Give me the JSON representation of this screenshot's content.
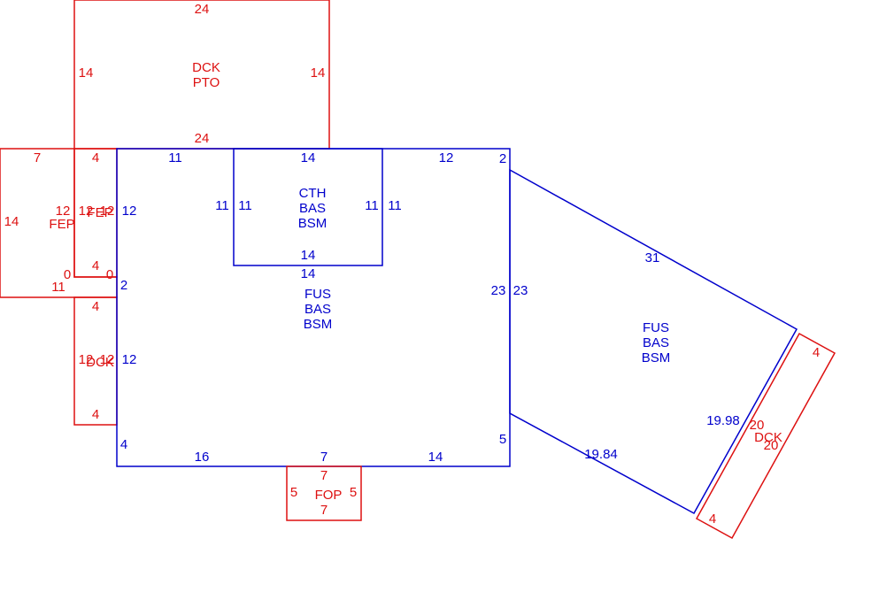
{
  "colors": {
    "red": "#dd1111",
    "blue": "#0000cc",
    "background": "#ffffff"
  },
  "areas": [
    {
      "id": "dck-pto",
      "color": "red",
      "labels": [
        "DCK",
        "PTO"
      ],
      "dims": [
        "24",
        "14",
        "24",
        "14"
      ]
    },
    {
      "id": "fep-left",
      "color": "red",
      "labels": [
        "FEP"
      ],
      "dims": [
        "7",
        "14",
        "11",
        "12",
        "0"
      ]
    },
    {
      "id": "fep-inner",
      "color": "red",
      "labels": [
        "FEP"
      ],
      "dims": [
        "4",
        "12",
        "4",
        "12",
        "0"
      ]
    },
    {
      "id": "dck-small",
      "color": "red",
      "labels": [
        "DCK"
      ],
      "dims": [
        "4",
        "12",
        "4",
        "12"
      ]
    },
    {
      "id": "fus-main",
      "color": "blue",
      "labels": [
        "FUS",
        "BAS",
        "BSM"
      ],
      "dims": [
        "11",
        "12",
        "2",
        "23",
        "5",
        "14",
        "7",
        "16",
        "4",
        "12",
        "2",
        "12",
        "14"
      ]
    },
    {
      "id": "cth",
      "color": "blue",
      "labels": [
        "CTH",
        "BAS",
        "BSM"
      ],
      "dims": [
        "14",
        "11",
        "14",
        "11"
      ]
    },
    {
      "id": "fus-right",
      "color": "blue",
      "labels": [
        "FUS",
        "BAS",
        "BSM"
      ],
      "dims": [
        "31",
        "23",
        "19.84",
        "19.98"
      ]
    },
    {
      "id": "dck-right",
      "color": "red",
      "labels": [
        "DCK"
      ],
      "dims": [
        "4",
        "20",
        "4",
        "20"
      ]
    },
    {
      "id": "fop",
      "color": "red",
      "labels": [
        "FOP"
      ],
      "dims": [
        "7",
        "5",
        "7",
        "5"
      ]
    }
  ]
}
